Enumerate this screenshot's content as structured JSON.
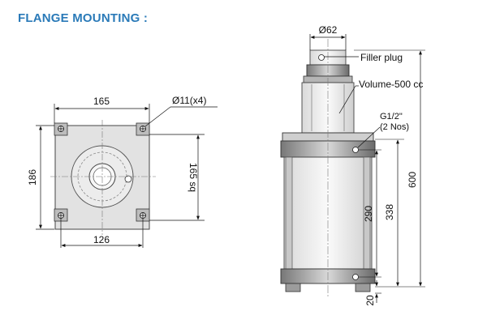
{
  "title": "FLANGE MOUNTING :",
  "plan_view": {
    "width_label": "165",
    "height_label": "186",
    "bottom_label": "126",
    "square_label": "165 sq",
    "holes_label": "Ø11(x4)"
  },
  "side_view": {
    "top_dia_label": "Ø62",
    "filler_plug_label": "Filler plug",
    "volume_label": "Volume-500 cc",
    "port_label_line1": "G1/2\"",
    "port_label_line2": "(2 Nos)",
    "height_290": "290",
    "height_338": "338",
    "height_600": "600",
    "height_20": "20"
  }
}
